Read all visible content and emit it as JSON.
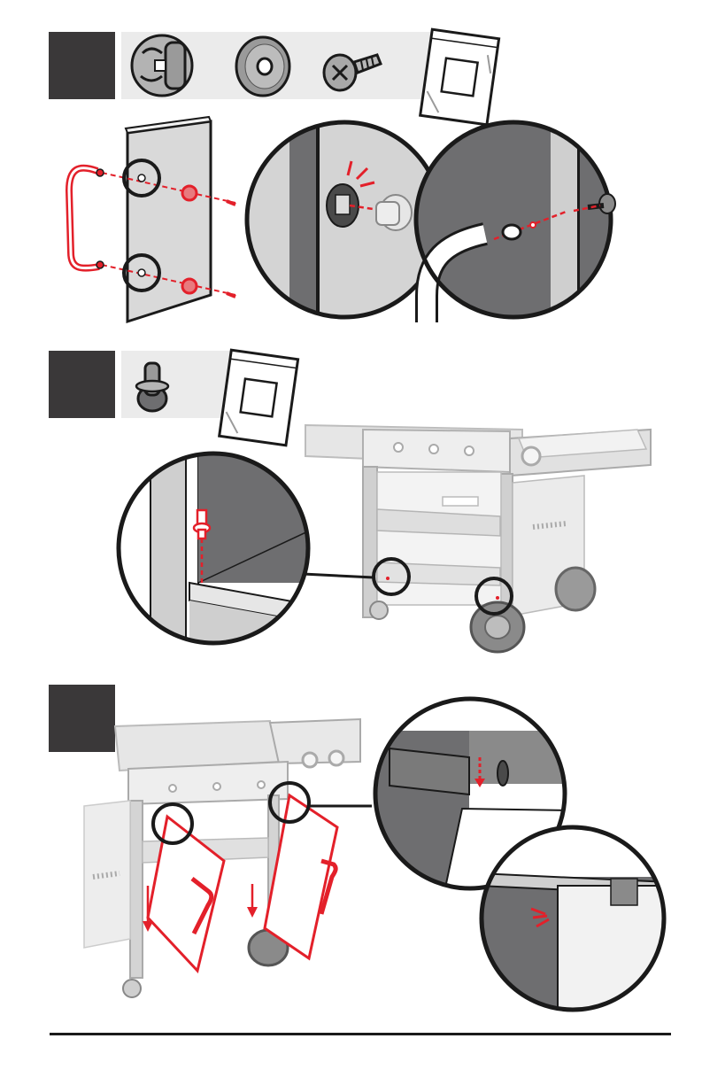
{
  "document": {
    "type": "assembly-instructions",
    "steps": [
      {
        "parts": [
          "door-bumper-clip-icon",
          "washer-icon",
          "phillips-screw-icon",
          "hardware-bag-icon"
        ],
        "callouts": [
          "bumper-clip-insert-detail",
          "handle-screw-detail"
        ]
      },
      {
        "parts": [
          "door-hinge-pin-icon",
          "hardware-bag-icon"
        ],
        "callouts": [
          "hinge-pin-insert-detail"
        ]
      },
      {
        "parts": [],
        "callouts": [
          "door-hang-detail",
          "door-seated-detail"
        ]
      }
    ]
  },
  "colors": {
    "step_box": "#3a3839",
    "parts_strip": "#ebebeb",
    "accent_red": "#e3202a",
    "outline": "#1a1a1a",
    "panel_dark": "#6e6e70",
    "panel_light": "#d9d9d9",
    "grill_gray": "#bdbdbd"
  }
}
